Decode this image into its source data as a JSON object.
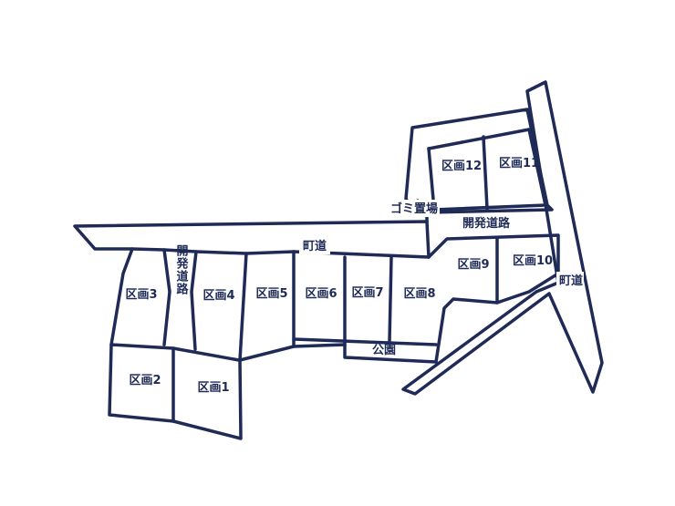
{
  "colors": {
    "line": "#1f2b56",
    "background": "#ffffff"
  },
  "labels": {
    "lot1": "区画1",
    "lot2": "区画2",
    "lot3": "区画3",
    "lot4": "区画4",
    "lot5": "区画5",
    "lot6": "区画6",
    "lot7": "区画7",
    "lot8": "区画8",
    "lot9": "区画9",
    "lot10": "区画10",
    "lot11": "区画11",
    "lot12": "区画12",
    "town_road_horizontal": "町道",
    "town_road_diagonal": "町道",
    "dev_road_vertical": "開発道路",
    "dev_road_horizontal": "開発道路",
    "park": "公園",
    "garbage_area": "ゴミ置場"
  }
}
